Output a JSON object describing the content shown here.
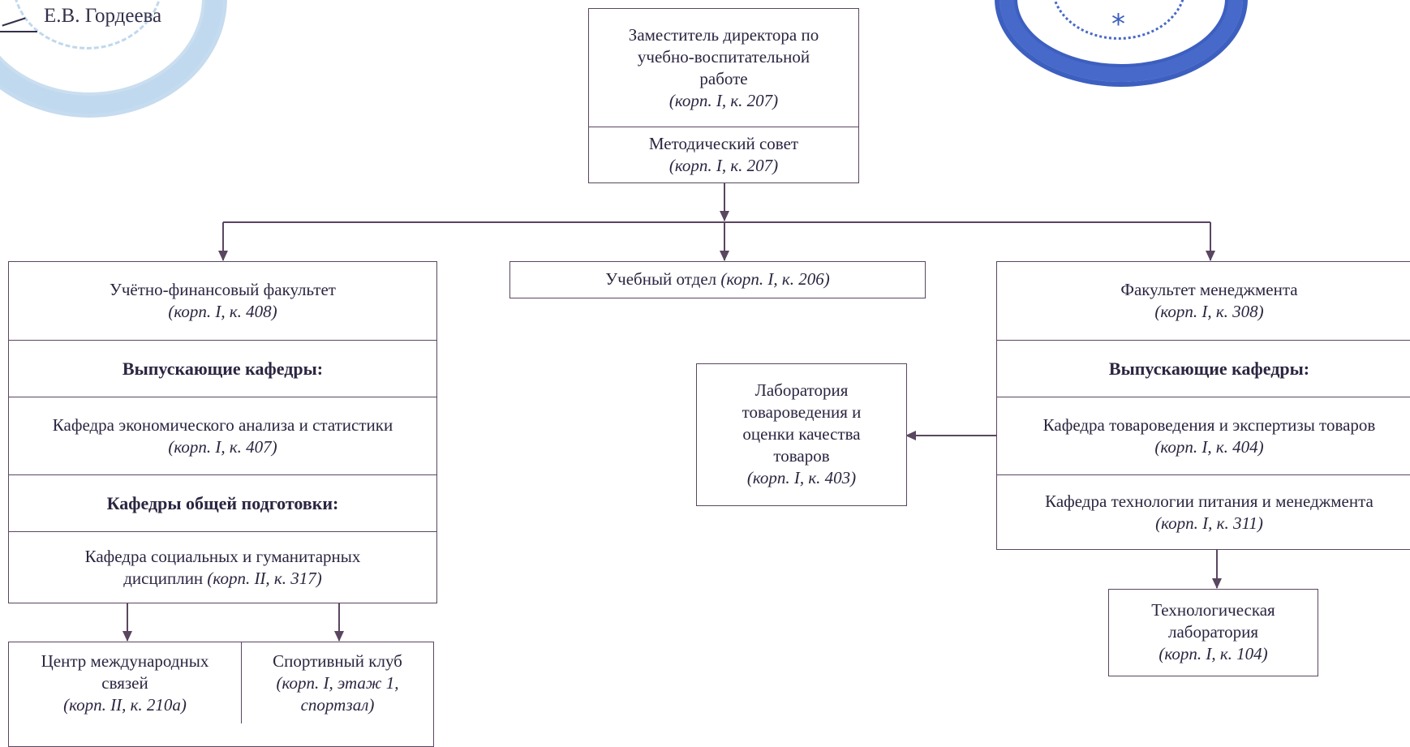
{
  "signature": {
    "name": "Е.В. Гордеева"
  },
  "top": {
    "title": "Заместитель директора по учебно-воспитательной работе",
    "title_loc": "(корп. I, к. 207)",
    "council": "Методический совет",
    "council_loc": "(корп. I, к. 207)"
  },
  "left": {
    "faculty": "Учётно-финансовый факультет",
    "faculty_loc": "(корп. I, к. 408)",
    "issuing_header": "Выпускающие кафедры:",
    "dept_econ": "Кафедра экономического анализа и статистики",
    "dept_econ_loc": "(корп. I, к. 407)",
    "general_header": "Кафедры общей подготовки:",
    "dept_social": "Кафедра социальных и гуманитарных дисциплин",
    "dept_social_loc": "(корп. II, к. 317)"
  },
  "bottom_left": {
    "intl": "Центр международных связей",
    "intl_loc": "(корп. II, к. 210а)",
    "sport": "Спортивный клуб",
    "sport_loc": "(корп. I, этаж 1, спортзал)"
  },
  "center": {
    "edu_dept": "Учебный отдел",
    "edu_dept_loc": "(корп. I, к. 206)",
    "lab": "Лаборатория товароведения и оценки качества товаров",
    "lab_loc": "(корп. I, к. 403)"
  },
  "right": {
    "faculty": "Факультет менеджмента",
    "faculty_loc": "(корп. I, к. 308)",
    "issuing_header": "Выпускающие кафедры:",
    "dept_goods": "Кафедра товароведения и экспертизы товаров",
    "dept_goods_loc": "(корп. I, к. 404)",
    "dept_food": "Кафедра технологии питания и менеджмента",
    "dept_food_loc": "(корп. I, к. 311)",
    "tech_lab": "Технологическая лаборатория",
    "tech_lab_loc": "(корп. I, к. 104)"
  },
  "colors": {
    "line": "#5a4660",
    "text": "#2c2540",
    "stamp_blue": "#3c5fc0",
    "stamp_faded": "#96bee1"
  }
}
